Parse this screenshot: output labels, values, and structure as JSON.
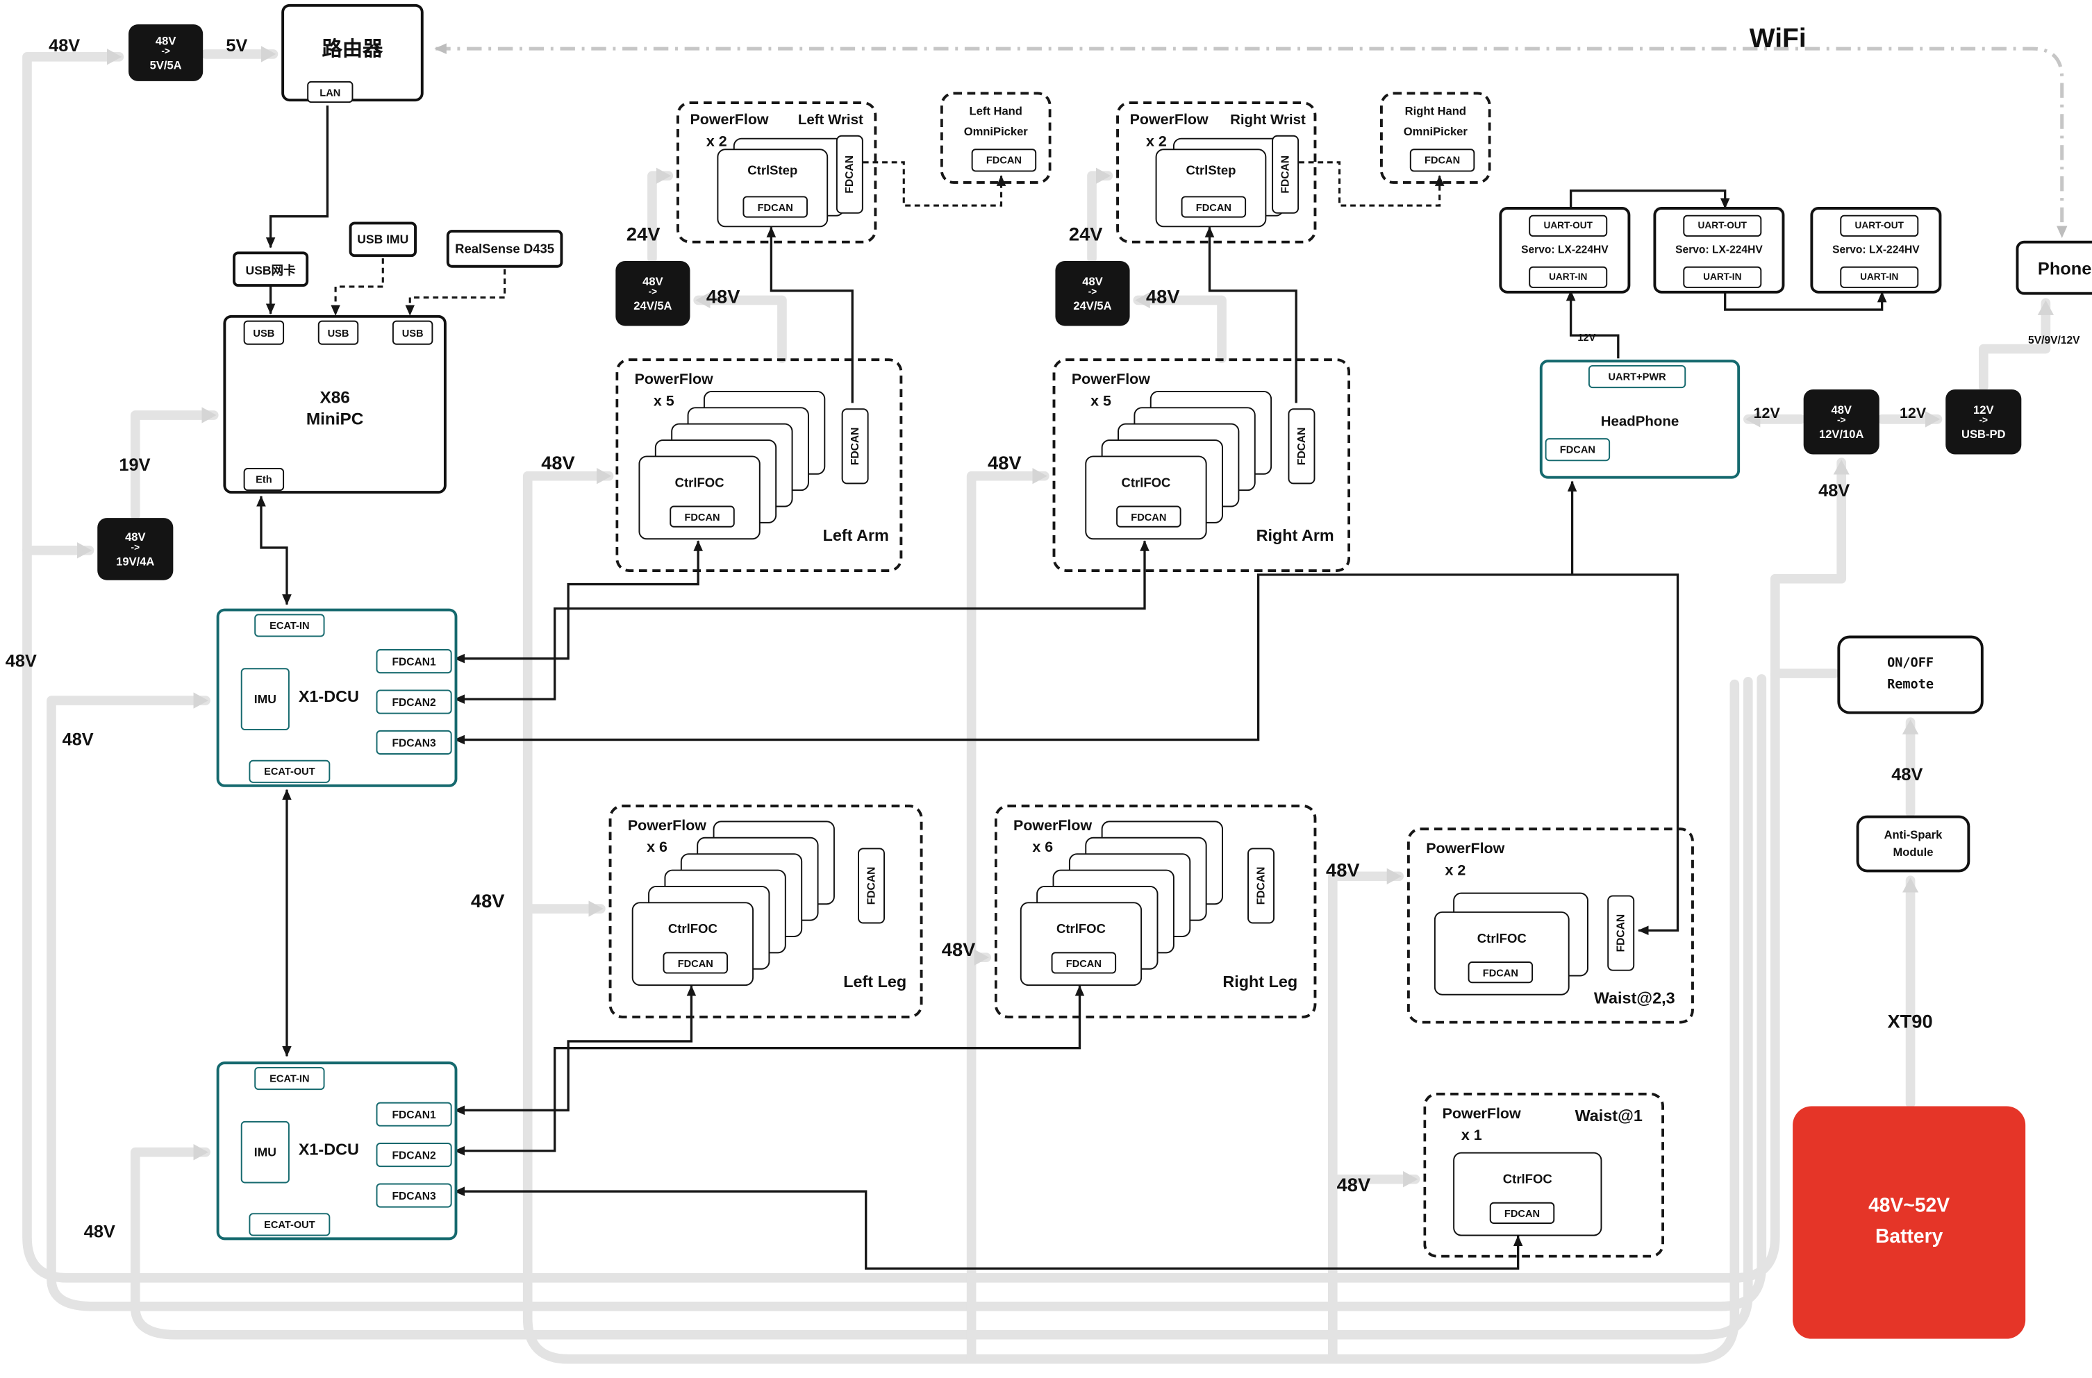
{
  "misc": {
    "arrow": "->",
    "wifi": "WiFi",
    "v48": "48V",
    "v5": "5V",
    "v19": "19V",
    "v24": "24V",
    "v12": "12V",
    "v_phone": "5V/9V/12V",
    "xt90": "XT90"
  },
  "colors": {
    "teal": "#15696e",
    "battery_red": "#e53528",
    "wire_gray": "#e3e3e3",
    "line_black": "#161616"
  },
  "router": {
    "name": "路由器",
    "lan": "LAN"
  },
  "converters": {
    "c5": {
      "in": "48V",
      "out": "5V/5A"
    },
    "c19": {
      "in": "48V",
      "out": "19V/4A"
    },
    "c24l": {
      "in": "48V",
      "out": "24V/5A"
    },
    "c24r": {
      "in": "48V",
      "out": "24V/5A"
    },
    "c12": {
      "in": "48V",
      "out": "12V/10A"
    },
    "cpd": {
      "in": "12V",
      "out": "USB-PD"
    }
  },
  "peripherals": {
    "nic": "USB网卡",
    "imu": "USB IMU",
    "realsense": "RealSense D435"
  },
  "minipc": {
    "name1": "X86",
    "name2": "MiniPC",
    "usb": "USB",
    "eth": "Eth"
  },
  "dcu": {
    "name": "X1-DCU",
    "ecat_in": "ECAT-IN",
    "ecat_out": "ECAT-OUT",
    "imu": "IMU",
    "fdcan1": "FDCAN1",
    "fdcan2": "FDCAN2",
    "fdcan3": "FDCAN3"
  },
  "groups": {
    "left_wrist": {
      "title": "PowerFlow",
      "count": "x 2",
      "name": "Left Wrist",
      "unit": "CtrlStep",
      "fdcan": "FDCAN"
    },
    "right_wrist": {
      "title": "PowerFlow",
      "count": "x 2",
      "name": "Right Wrist",
      "unit": "CtrlStep",
      "fdcan": "FDCAN"
    },
    "left_arm": {
      "title": "PowerFlow",
      "count": "x 5",
      "name": "Left Arm",
      "unit": "CtrlFOC",
      "fdcan": "FDCAN"
    },
    "right_arm": {
      "title": "PowerFlow",
      "count": "x 5",
      "name": "Right Arm",
      "unit": "CtrlFOC",
      "fdcan": "FDCAN"
    },
    "left_leg": {
      "title": "PowerFlow",
      "count": "x 6",
      "name": "Left Leg",
      "unit": "CtrlFOC",
      "fdcan": "FDCAN"
    },
    "right_leg": {
      "title": "PowerFlow",
      "count": "x 6",
      "name": "Right Leg",
      "unit": "CtrlFOC",
      "fdcan": "FDCAN"
    },
    "waist23": {
      "title": "PowerFlow",
      "count": "x 2",
      "name": "Waist@2,3",
      "unit": "CtrlFOC",
      "fdcan": "FDCAN"
    },
    "waist1": {
      "title": "PowerFlow",
      "count": "x 1",
      "name": "Waist@1",
      "unit": "CtrlFOC",
      "fdcan": "FDCAN"
    }
  },
  "hands": {
    "left": {
      "name1": "Left Hand",
      "name2": "OmniPicker",
      "fdcan": "FDCAN"
    },
    "right": {
      "name1": "Right Hand",
      "name2": "OmniPicker",
      "fdcan": "FDCAN"
    }
  },
  "servo": {
    "uart_out": "UART-OUT",
    "name": "Servo: LX-224HV",
    "uart_in": "UART-IN"
  },
  "headphone": {
    "uart": "UART+PWR",
    "name": "HeadPhone",
    "fdcan": "FDCAN",
    "v12": "12V"
  },
  "phone": {
    "name": "Phone"
  },
  "remote": {
    "name1": "ON/OFF",
    "name2": "Remote"
  },
  "antispark": {
    "name1": "Anti-Spark",
    "name2": "Module"
  },
  "battery": {
    "name1": "48V~52V",
    "name2": "Battery"
  }
}
